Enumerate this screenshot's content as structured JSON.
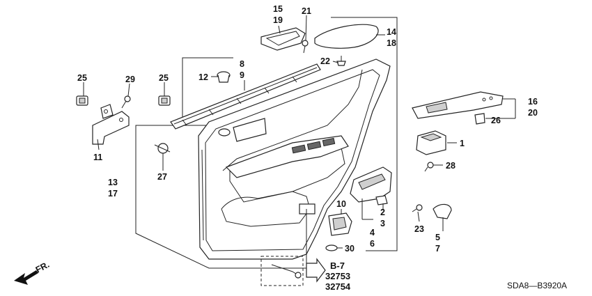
{
  "callouts": {
    "c1": "1",
    "c2": "2",
    "c3": "3",
    "c4": "4",
    "c5": "5",
    "c6": "6",
    "c7": "7",
    "c8": "8",
    "c9": "9",
    "c10": "10",
    "c11": "11",
    "c12": "12",
    "c13": "13",
    "c14": "14",
    "c15": "15",
    "c16": "16",
    "c17": "17",
    "c18": "18",
    "c19": "19",
    "c20": "20",
    "c21": "21",
    "c22": "22",
    "c23": "23",
    "c25a": "25",
    "c25b": "25",
    "c26": "26",
    "c27": "27",
    "c28": "28",
    "c29": "29",
    "c30": "30"
  },
  "reference": {
    "page": "B-7",
    "code1": "32753",
    "code2": "32754"
  },
  "direction": "FR.",
  "diagram_code": "SDA8—B3920A"
}
